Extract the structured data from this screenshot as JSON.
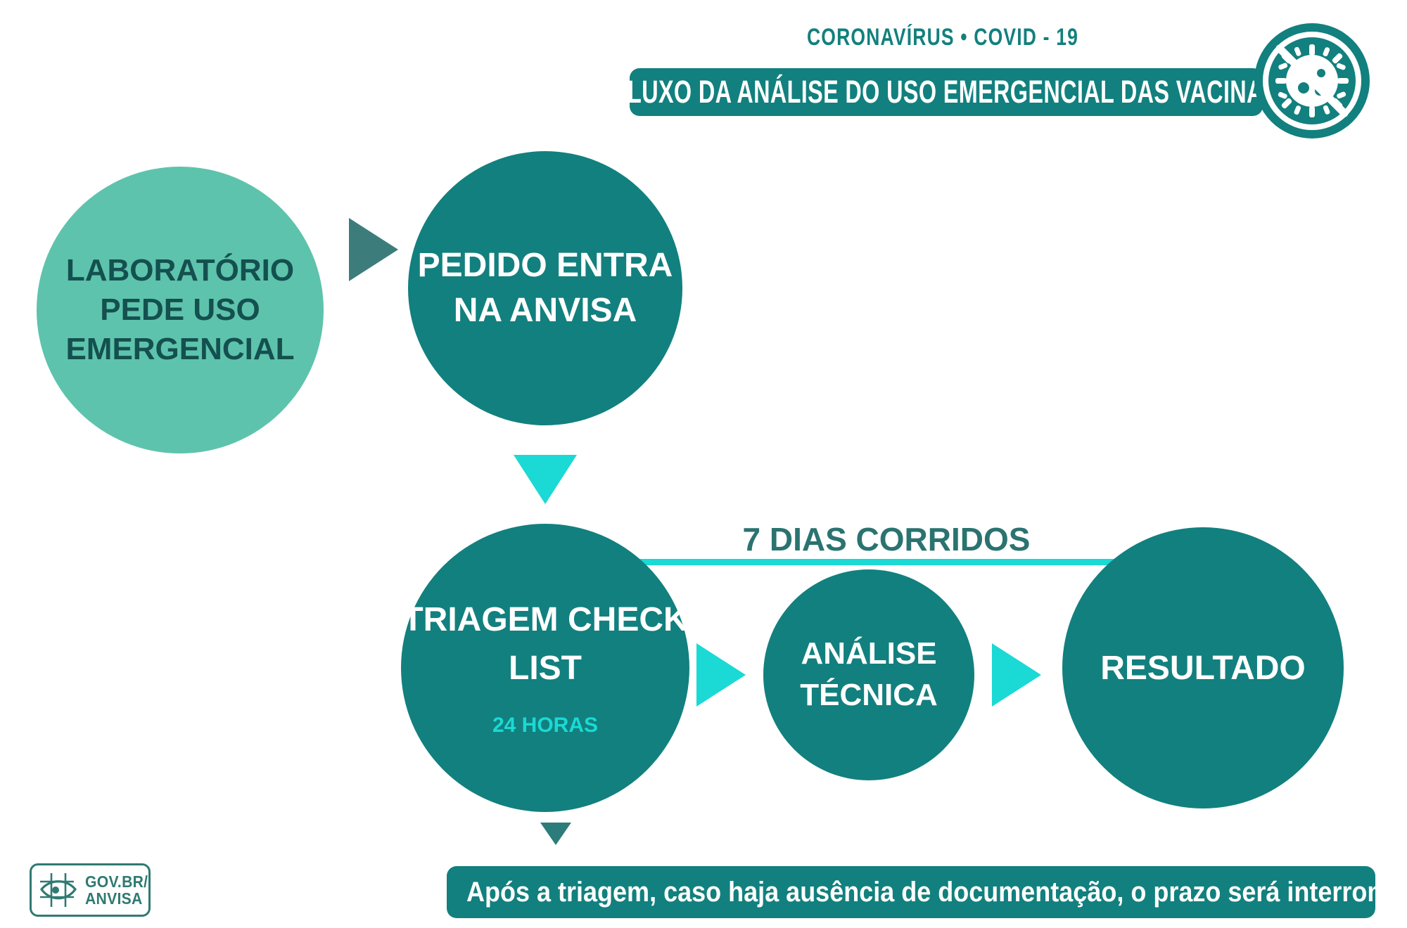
{
  "header": {
    "eyebrow": "CORONAVÍRUS • COVID - 19",
    "title": "FLUXO DA ANÁLISE DO USO EMERGENCIAL DAS VACINAS",
    "badge_icon": "virus-blocked-icon"
  },
  "flow": {
    "nodes": [
      {
        "id": "laboratorio",
        "label": "LABORATÓRIO PEDE USO EMERGENCIAL",
        "sub": ""
      },
      {
        "id": "pedido",
        "label": "PEDIDO ENTRA NA ANVISA",
        "sub": ""
      },
      {
        "id": "triagem",
        "label": "TRIAGEM CHECK LIST",
        "sub": "24 HORAS"
      },
      {
        "id": "analise",
        "label": "ANÁLISE TÉCNICA",
        "sub": ""
      },
      {
        "id": "resultado",
        "label": "RESULTADO",
        "sub": ""
      }
    ],
    "duration_label": "7 DIAS CORRIDOS",
    "arrow_lab_to_pedido": "arrow-right-icon",
    "arrow_pedido_to_triagem": "arrow-down-icon",
    "arrow_triagem_to_analise": "arrow-right-icon",
    "arrow_analise_to_resultado": "arrow-right-icon",
    "arrow_triagem_to_note": "arrow-down-icon"
  },
  "note": {
    "text": "Após a triagem, caso haja ausência de documentação, o prazo será interrompido"
  },
  "logo": {
    "line1": "GOV.BR/",
    "line2": "ANVISA",
    "mark_icon": "anvisa-eye-icon"
  },
  "colors": {
    "teal_dark": "#12807E",
    "teal_light": "#5EC3AC",
    "cyan": "#1BD9D4",
    "text_dark": "#14504F",
    "arrow_slate": "#3C7D7B",
    "white": "#FFFFFF"
  }
}
